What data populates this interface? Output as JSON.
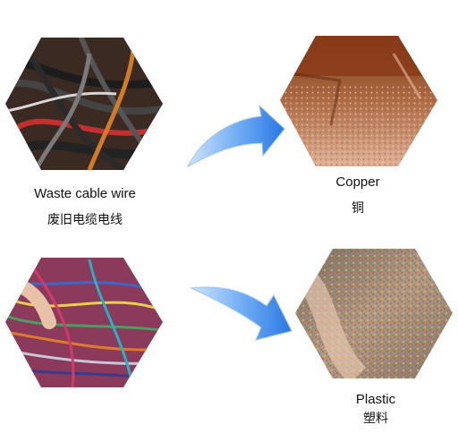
{
  "items": [
    {
      "en": "Waste cable wire",
      "cn": "废旧电缆电线"
    },
    {
      "en": "Copper",
      "cn": "铜"
    },
    {
      "en": "Plastic",
      "cn": "塑料"
    }
  ],
  "colors": {
    "arrow_light": "#b9d7fb",
    "arrow_dark": "#2f7fe6",
    "cable_bg": "#3a2a22",
    "copper_bg": "#c58a68",
    "plastic_bg": "#b48e7a",
    "wire_bg": "#8b3a5c"
  }
}
